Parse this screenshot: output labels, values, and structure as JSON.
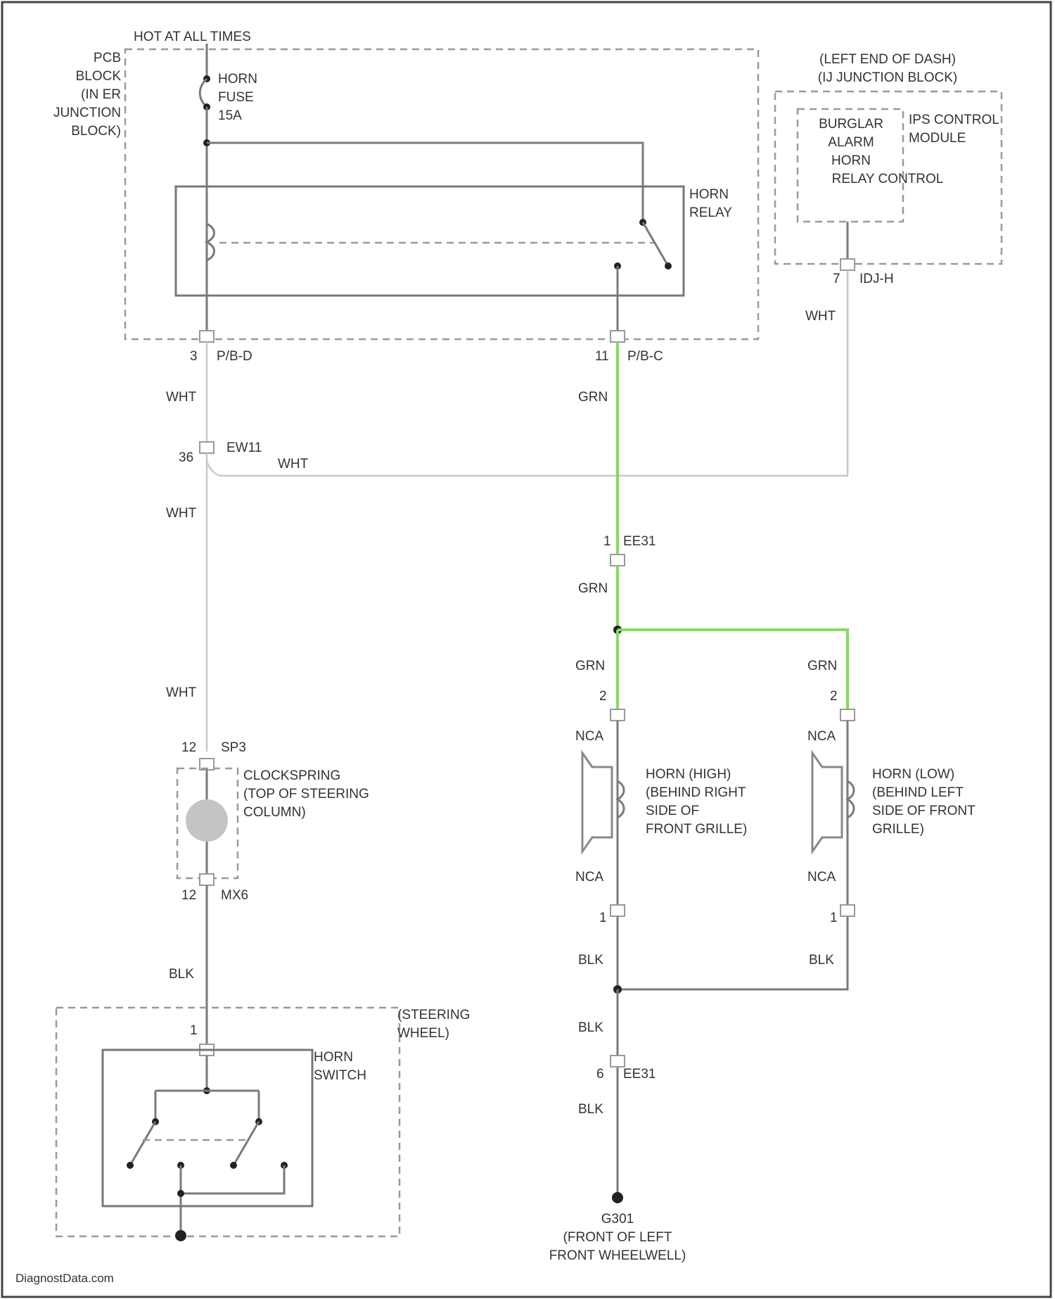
{
  "colors": {
    "highlight_wire": "#8ad66b",
    "wire": "#7a7a7a",
    "light_wire": "#c8c8c8",
    "background": "#ffffff"
  },
  "power": {
    "header": "HOT AT ALL TIMES"
  },
  "pcb_block": {
    "label": [
      "PCB",
      "BLOCK",
      "(IN ER",
      "JUNCTION",
      "BLOCK)"
    ]
  },
  "fuse": {
    "label": [
      "HORN",
      "FUSE",
      "15A"
    ]
  },
  "horn_relay": {
    "label": [
      "HORN",
      "RELAY"
    ]
  },
  "junction_block": {
    "label": [
      "(LEFT END OF DASH)",
      "(IJ JUNCTION BLOCK)"
    ]
  },
  "ips_module": {
    "label": [
      "IPS CONTROL",
      "MODULE"
    ]
  },
  "burglar_alarm": {
    "label": [
      "BURGLAR",
      "ALARM",
      "HORN",
      "RELAY CONTROL"
    ]
  },
  "connectors": {
    "ij_pin": "7",
    "ij_name": "IDJ-H",
    "pbc_left_pin": "3",
    "pbc_left_name": "P/B-D",
    "pbc_right_pin": "11",
    "pbc_right_name": "P/B-C",
    "ew1_pin": "36",
    "ew1_name": "EW11",
    "ee1_top_pin": "1",
    "ee1_top_name": "EE31",
    "ee1_bottom_pin": "6",
    "ee1_bottom_name": "EE31",
    "sw_top_pin": "12",
    "sw_top_name": "SP3",
    "sw_bottom_pin": "12",
    "sw_bottom_name": "MX6",
    "horn_switch_pin": "1",
    "horn_high_top_pin": "2",
    "horn_high_bottom_pin": "1",
    "horn_low_top_pin": "2",
    "horn_low_bottom_pin": "1"
  },
  "wires": {
    "wht": "WHT",
    "grn": "GRN",
    "blk": "BLK",
    "nca": "NCA"
  },
  "clockspring": {
    "label": [
      "CLOCKSPRING",
      "(TOP OF STEERING",
      "COLUMN)"
    ]
  },
  "steering_wheel": {
    "label": [
      "(STEERING",
      "WHEEL)"
    ]
  },
  "horn_switch": {
    "label": [
      "HORN",
      "SWITCH"
    ]
  },
  "horn_high": {
    "label": [
      "HORN (HIGH)",
      "(BEHIND RIGHT",
      "SIDE OF",
      "FRONT GRILLE)"
    ]
  },
  "horn_low": {
    "label": [
      "HORN (LOW)",
      "(BEHIND LEFT",
      "SIDE OF FRONT",
      "GRILLE)"
    ]
  },
  "ground": {
    "label": [
      "G301",
      "(FRONT OF LEFT",
      "FRONT WHEELWELL)"
    ]
  },
  "watermark": {
    "text": "DiagnostData.com"
  }
}
